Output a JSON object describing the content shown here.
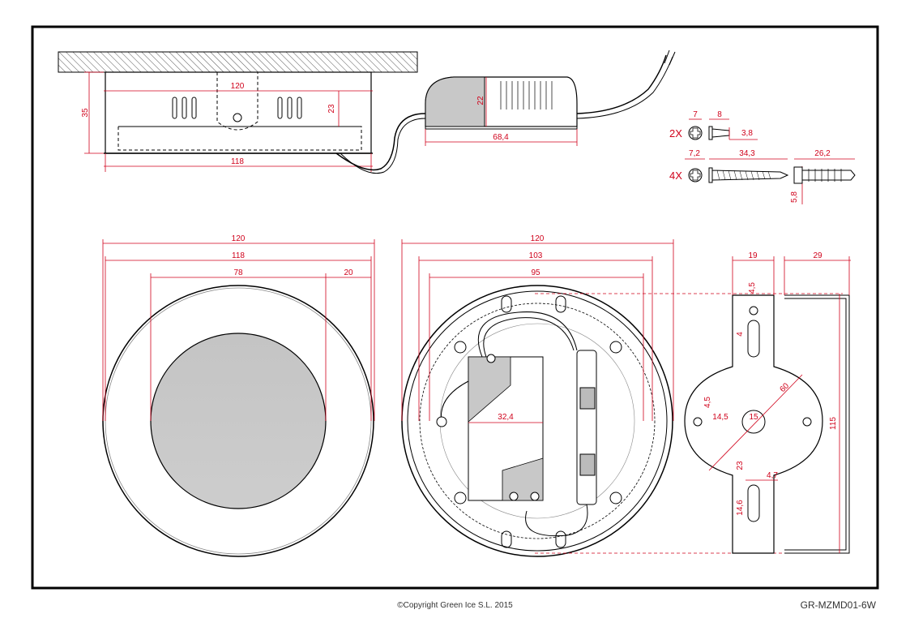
{
  "footer": {
    "copyright": "©Copyright Green Ice S.L. 2015",
    "model": "GR-MZMD01-6W"
  },
  "colors": {
    "dimension": "#d0021b",
    "outline": "#000000",
    "lens": "#c8c8c8",
    "driver_fill": "#c8c8c8"
  },
  "side_view": {
    "dims": {
      "width_top": "120",
      "width_bottom": "118",
      "height": "35",
      "inner_height": "23"
    }
  },
  "driver": {
    "dims": {
      "height": "22",
      "length": "68,4"
    }
  },
  "hardware": {
    "screw_small": {
      "qty": "2X",
      "head": "7",
      "length": "8",
      "diameter": "3,8"
    },
    "screw_long": {
      "qty": "4X",
      "head": "7,2",
      "length": "34,3"
    },
    "plug": {
      "length": "26,2",
      "diameter": "5,8"
    }
  },
  "front_view": {
    "dims": {
      "outer": "120",
      "trim": "118",
      "lens": "78",
      "border": "20"
    }
  },
  "back_view": {
    "dims": {
      "outer": "120",
      "body": "103",
      "base": "95",
      "driver_width": "32,4"
    }
  },
  "bracket": {
    "dims": {
      "width": "19",
      "depth": "29",
      "hole_top": "4,5",
      "slot": "4",
      "diameter": "60",
      "hole_side": "4,5",
      "offset": "14,5",
      "center_hole": "15",
      "height": "115",
      "slot_length": "23",
      "slot_width": "4,7",
      "slot_bottom": "14,6"
    }
  }
}
